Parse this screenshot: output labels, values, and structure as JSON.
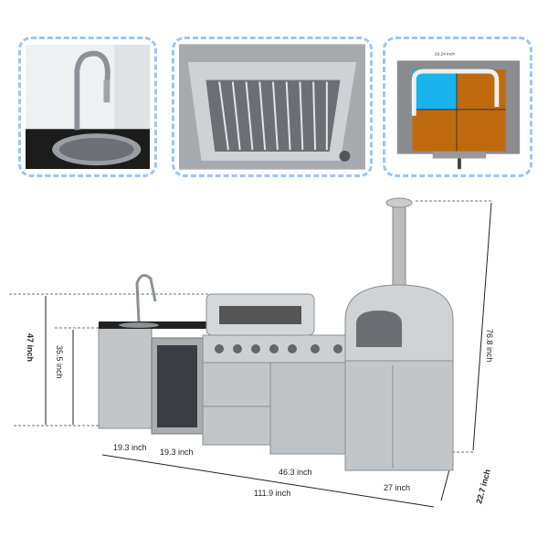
{
  "thumbnails": [
    {
      "icon": "sink-faucet-photo"
    },
    {
      "icon": "grill-grate-photo"
    },
    {
      "icon": "oven-diagram",
      "caption": "19.24 inch"
    }
  ],
  "dimensions": {
    "total_height": "47 inch",
    "counter_height": "35.5 inch",
    "chimney_height": "76.8 inch",
    "sink_width": "19.3 inch",
    "fridge_width": "19.3 inch",
    "grill_width": "46.3 inch",
    "oven_width": "27 inch",
    "total_width": "111.9 inch",
    "depth": "22.7 inch"
  },
  "colors": {
    "border": "#9cc6f2",
    "steel": "#c9cccf",
    "orange": "#c06a10",
    "blue": "#19b3f0"
  }
}
